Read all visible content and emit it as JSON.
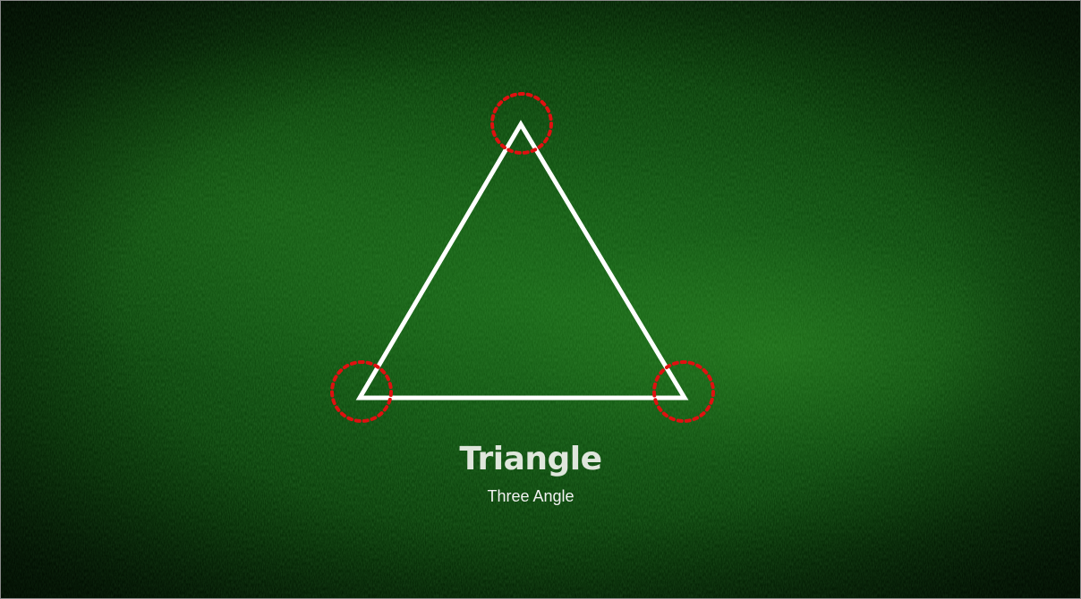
{
  "title": "Triangle",
  "subtitle": "Three Angle",
  "colors": {
    "outline": "#ffffff",
    "angle_markers": "#e01010",
    "background": "#0f4d10",
    "title_text": "#dfe6dc",
    "subtitle_text": "#f2f2f2"
  },
  "diagram": {
    "shape": "triangle",
    "vertices": [
      "apex",
      "bottom-left",
      "bottom-right"
    ],
    "angle_markers": "dotted circles"
  }
}
